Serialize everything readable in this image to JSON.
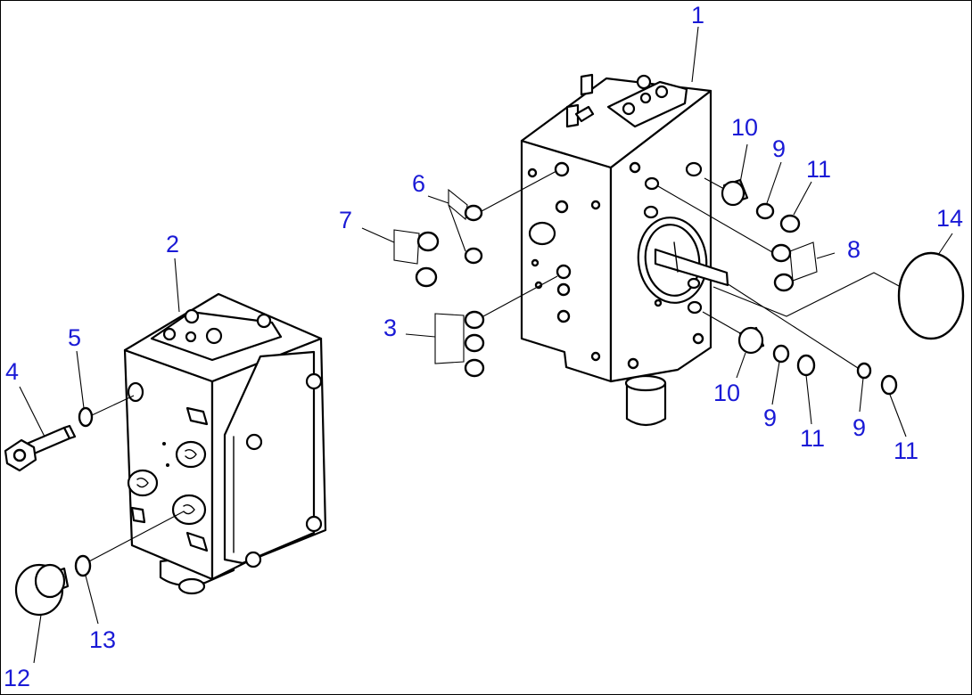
{
  "callouts": {
    "c1": "1",
    "c2": "2",
    "c3": "3",
    "c4": "4",
    "c5": "5",
    "c6": "6",
    "c7": "7",
    "c8": "8",
    "c9a": "9",
    "c9b": "9",
    "c9c": "9",
    "c10a": "10",
    "c10b": "10",
    "c11a": "11",
    "c11b": "11",
    "c11c": "11",
    "c12": "12",
    "c13": "13",
    "c14": "14"
  },
  "colors": {
    "callout": "#1a1ad6",
    "line": "#000000",
    "background": "#ffffff"
  }
}
